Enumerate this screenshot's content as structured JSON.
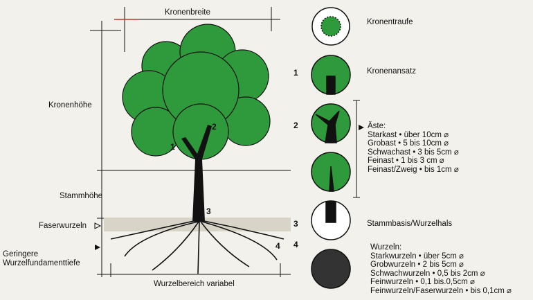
{
  "dimensions": {
    "crown_width": "Kronenbreite",
    "crown_height": "Kronenhöhe",
    "trunk_height": "Stammhöhe",
    "fibrous_roots": "Faserwurzeln",
    "root_depth": "Geringere\nWurzelfundamenttiefe",
    "root_area": "Wurzelbereich variabel"
  },
  "markers": {
    "m1": "1",
    "m2": "2",
    "m3": "3",
    "m4": "4"
  },
  "circles": {
    "drip_line": "Kronentraufe",
    "crown_base": "Kronenansatz",
    "trunk_base": "Stammbasis/Wurzelhals"
  },
  "branches": {
    "title": "Äste:",
    "items": [
      "Starkast • über 10cm ⌀",
      "Grobast • 5 bis 10cm ⌀",
      "Schwachast • 3 bis 5cm ⌀",
      "Feinast • 1 bis 3 cm ⌀",
      "Feinast/Zweig • bis 1cm ⌀"
    ]
  },
  "roots": {
    "title": "Wurzeln:",
    "items": [
      "Starkwurzeln • über 5cm ⌀",
      "Grobwurzeln • 2 bis 5cm ⌀",
      "Schwachwurzeln • 0,5 bis 2cm ⌀",
      "Feinwurzeln • 0,1 bis.0,5cm ⌀",
      "Feinwurzeln/Faserwurzeln • bis 0,1cm ⌀"
    ]
  },
  "colors": {
    "foliage": "#2f9a3c",
    "ink": "#111111",
    "background": "#f3f1ec",
    "accent_line": "#c0392b"
  }
}
